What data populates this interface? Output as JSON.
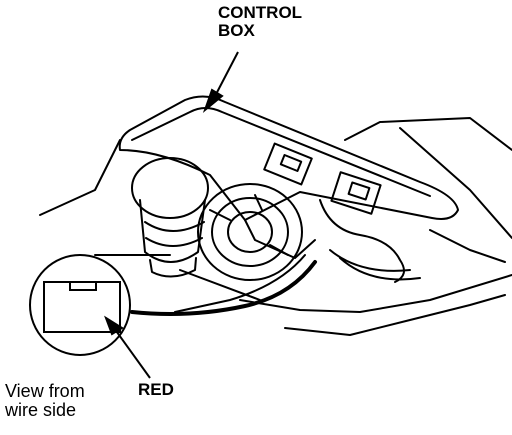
{
  "labels": {
    "control_box": "CONTROL\nBOX",
    "red": "RED",
    "view_from": "View from\nwire side"
  },
  "colors": {
    "ink": "#000000",
    "paper": "#ffffff"
  }
}
